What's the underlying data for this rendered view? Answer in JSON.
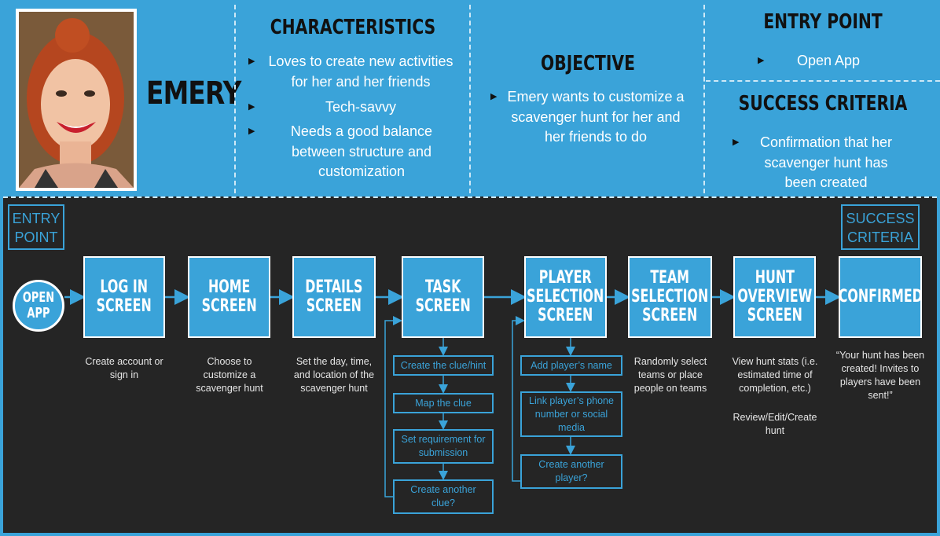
{
  "persona": {
    "name": "EMERY",
    "photo_icon": "persona-photo"
  },
  "characteristics": {
    "title": "CHARACTERISTICS",
    "items": [
      "Loves to create new activities for her and her friends",
      "Tech-savvy",
      "Needs a good balance between structure and customization"
    ]
  },
  "objective": {
    "title": "OBJECTIVE",
    "items": [
      "Emery wants to customize a scavenger hunt for her and her friends to do"
    ]
  },
  "entry_point": {
    "title": "ENTRY POINT",
    "items": [
      "Open App"
    ]
  },
  "success_criteria": {
    "title": "SUCCESS CRITERIA",
    "items": [
      "Confirmation that her scavenger hunt has been created"
    ]
  },
  "flow": {
    "entry_label": "ENTRY\nPOINT",
    "success_label": "SUCCESS\nCRITERIA",
    "start": "OPEN\nAPP",
    "screens": [
      {
        "label": "LOG IN\nSCREEN",
        "desc": "Create account or sign in"
      },
      {
        "label": "HOME\nSCREEN",
        "desc": "Choose to customize a scavenger hunt"
      },
      {
        "label": "DETAILS\nSCREEN",
        "desc": "Set the day, time, and location of the scavenger hunt"
      },
      {
        "label": "TASK\nSCREEN",
        "desc": ""
      },
      {
        "label": "PLAYER\nSELECTION\nSCREEN",
        "desc": ""
      },
      {
        "label": "TEAM\nSELECTION\nSCREEN",
        "desc": "Randomly select teams or place people on teams"
      },
      {
        "label": "HUNT\nOVERVIEW\nSCREEN",
        "desc": "View hunt stats (i.e. estimated time of completion, etc.)",
        "desc2": "Review/Edit/Create hunt"
      },
      {
        "label": "CONFIRMED",
        "desc": "“Your hunt has been created! Invites to players have been sent!”"
      }
    ],
    "task_steps": [
      "Create the clue/hint",
      "Map the clue",
      "Set requirement for submission",
      "Create another clue?"
    ],
    "player_steps": [
      "Add player’s name",
      "Link player’s phone number or social media",
      "Create another player?"
    ]
  },
  "colors": {
    "accent": "#3aa3d9",
    "dark": "#252525"
  }
}
